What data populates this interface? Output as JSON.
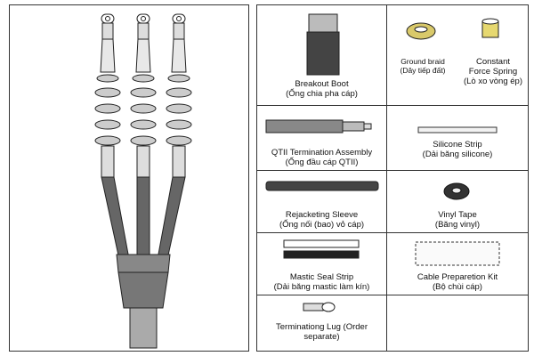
{
  "items": {
    "breakout_boot": {
      "name": "Breakout Boot",
      "sub": "(Ống chia pha cáp)"
    },
    "ground_braid": {
      "name": "Ground braid",
      "sub": "(Dây tiếp đất)"
    },
    "constant_force_spring": {
      "name1": "Constant",
      "name2": "Force Spring",
      "sub": "(Lò xo vòng ép)"
    },
    "qtii_termination": {
      "name": "QTII Termination Assembly",
      "sub": "(Ống đầu cáp QTII)"
    },
    "silicone_strip": {
      "name": "Silicone Strip",
      "sub": "(Dải băng silicone)"
    },
    "rejacketing_sleeve": {
      "name": "Rejacketing Sleeve",
      "sub": "(Ống nối (bao) vỏ cáp)"
    },
    "vinyl_tape": {
      "name": "Vinyl Tape",
      "sub": "(Băng vinyl)"
    },
    "mastic_seal_strip": {
      "name": "Mastic Seal Strip",
      "sub": "(Dải băng mastic làm kín)"
    },
    "cable_preparation_kit": {
      "name": "Cable Preparetion Kit",
      "sub": "(Bộ chùi cáp)"
    },
    "terminating_lug": {
      "name1": "Terminationg Lug (Order",
      "name2": "separate)"
    }
  },
  "colors": {
    "border": "#333333",
    "dark_gray": "#555555",
    "light_gray": "#cfcfcf",
    "braid_yellow": "#d9c96a",
    "spring_yellow": "#e6d870"
  }
}
